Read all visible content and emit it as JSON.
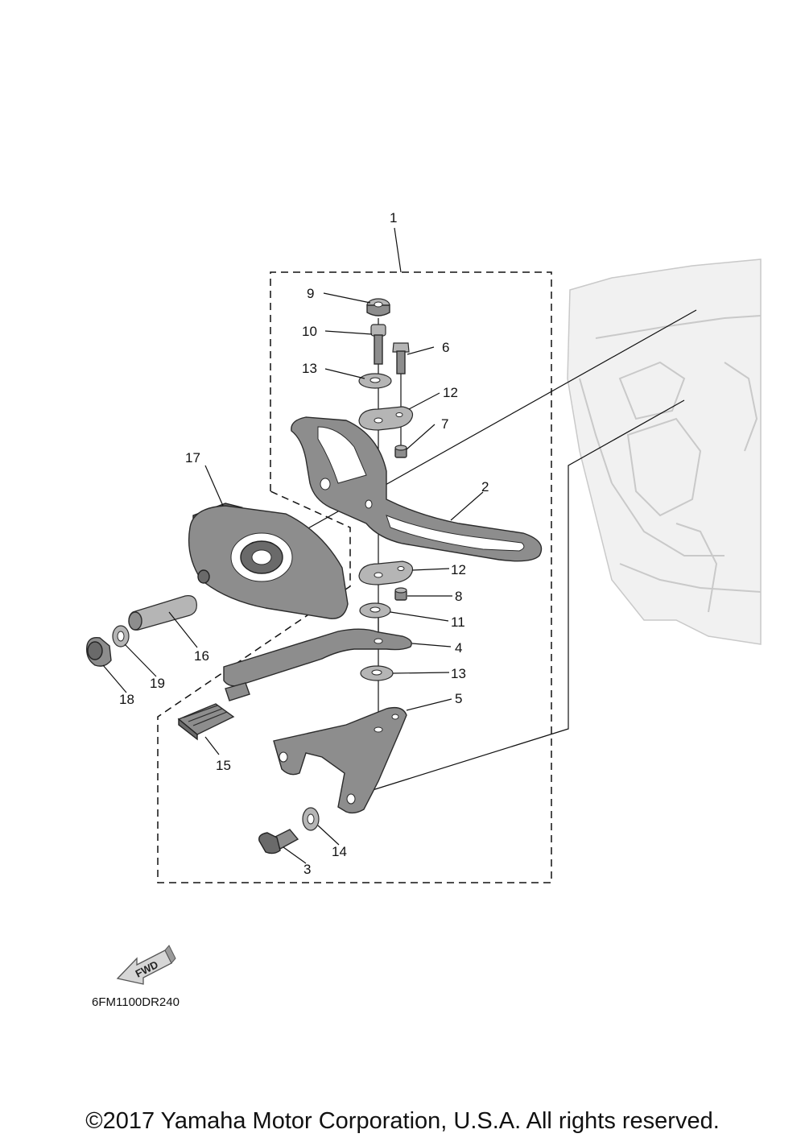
{
  "diagram_code": "6FM1100DR240",
  "copyright": "©2017 Yamaha Motor Corporation, U.S.A. All rights reserved.",
  "fwd_label": "FWD",
  "callouts": {
    "c1": "1",
    "c2": "2",
    "c3": "3",
    "c4": "4",
    "c5": "5",
    "c6": "6",
    "c7": "7",
    "c8": "8",
    "c9": "9",
    "c10": "10",
    "c11": "11",
    "c12a": "12",
    "c12b": "12",
    "c13a": "13",
    "c13b": "13",
    "c14": "14",
    "c15": "15",
    "c16": "16",
    "c17": "17",
    "c18": "18",
    "c19": "19"
  }
}
